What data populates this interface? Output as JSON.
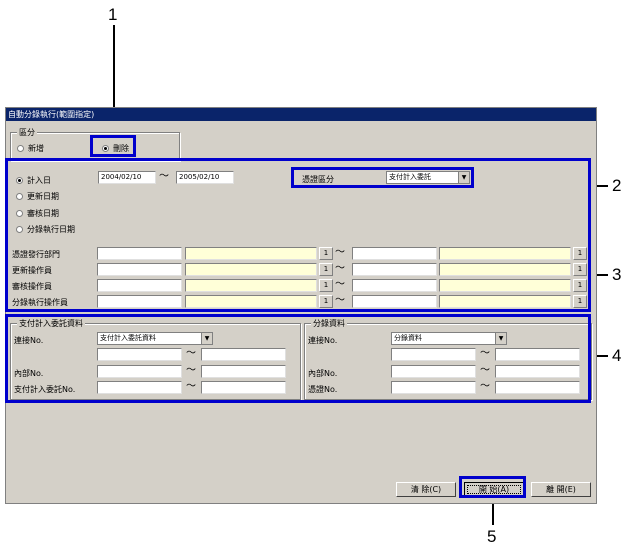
{
  "window": {
    "title": "自動分錄執行(範圍指定)"
  },
  "category": {
    "group_label": "區分",
    "options": [
      {
        "label": "新增",
        "selected": false
      },
      {
        "label": "刪除",
        "selected": true
      }
    ]
  },
  "date_filter": {
    "options": [
      {
        "label": "計入日",
        "selected": true
      },
      {
        "label": "更新日期",
        "selected": false
      },
      {
        "label": "審核日期",
        "selected": false
      },
      {
        "label": "分錄執行日期",
        "selected": false
      }
    ],
    "from": "2004/02/10",
    "to": "2005/02/10",
    "tilde": "～"
  },
  "voucher": {
    "label": "憑證區分",
    "value": "支付計入委託"
  },
  "range_rows": [
    {
      "label": "憑證發行部門",
      "btn": "1",
      "tilde": "～"
    },
    {
      "label": "更新操作員",
      "btn": "1",
      "tilde": "～"
    },
    {
      "label": "審核操作員",
      "btn": "1",
      "tilde": "～"
    },
    {
      "label": "分錄執行操作員",
      "btn": "1",
      "tilde": "～"
    }
  ],
  "left_group": {
    "title": "支付計入委託資料",
    "link_label": "連接No.",
    "link_value": "支付計入委託資料",
    "rows": [
      "",
      "內部No.",
      "支付計入委託No."
    ],
    "tilde": "～"
  },
  "right_group": {
    "title": "分錄資料",
    "link_label": "連接No.",
    "link_value": "分錄資料",
    "rows": [
      "",
      "內部No.",
      "憑證No."
    ],
    "tilde": "～"
  },
  "buttons": {
    "clear": "清 除(C)",
    "start": "開 始(A)",
    "close": "離 開(E)"
  },
  "callouts": [
    "1",
    "2",
    "3",
    "4",
    "5"
  ]
}
